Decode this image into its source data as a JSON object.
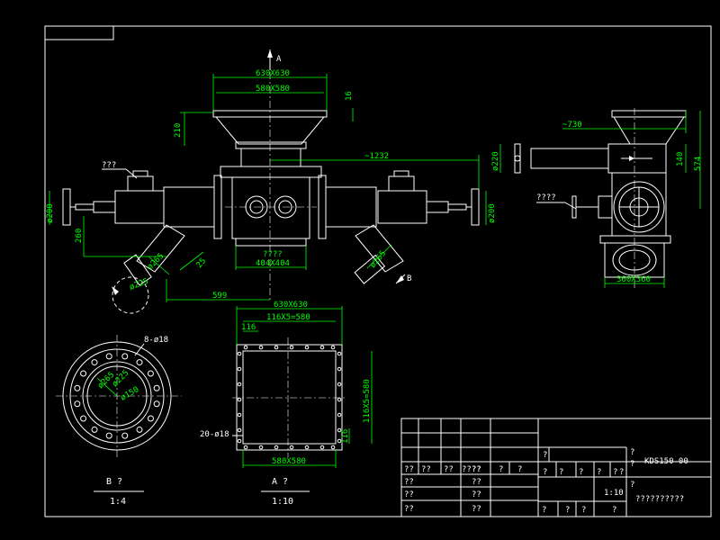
{
  "colors": {
    "background": "#000000",
    "lines": "#ffffff",
    "dimensions": "#00ff00"
  },
  "view_marker": "A",
  "section_marker": "B",
  "front_view": {
    "dims": {
      "top_outer": "630X630",
      "top_inner": "580X580",
      "top_thk": "16",
      "hopper_h": "210",
      "span": "~1232",
      "outlet": "404X404",
      "shaft_h": "260",
      "pipe_d": "ø200",
      "pipe_d2": "ø200",
      "branch_d": "ø265",
      "branch_d2": "ø265",
      "branch_d3": "ø225",
      "angle": "25",
      "offset": "599",
      "note_q": "????"
    },
    "label_left": "???"
  },
  "side_view": {
    "dims": {
      "top": "~730",
      "pipe_d": "ø220",
      "h140": "140",
      "h574": "574",
      "base": "360X360"
    },
    "label": "????"
  },
  "section_b": {
    "holes": "8-ø18",
    "d1": "ø265",
    "d2": "ø225",
    "d3": "ø150",
    "title": "B ?",
    "scale": "1:4"
  },
  "view_a": {
    "top_outer": "630X630",
    "top_pitch": "116X5=580",
    "top_sub": "116",
    "side_pitch": "116X5=580",
    "side_sub": "116",
    "bottom": "580X580",
    "holes": "20-ø18",
    "title": "A ?",
    "scale": "1:10"
  },
  "title_block": {
    "drawing_no": "KDS150-00",
    "qmark": "?",
    "scale": "1:10",
    "name": "??????????",
    "row_a": [
      "??",
      "??",
      "??",
      "????",
      "?",
      "?"
    ],
    "row_b": [
      "?",
      "?",
      "?",
      "?",
      "?",
      "?"
    ],
    "left_col": [
      "??",
      "??",
      "??"
    ],
    "mid_col": [
      "??",
      "??",
      "??",
      "??"
    ],
    "bottom_row": [
      "?",
      "?",
      "?",
      "?"
    ]
  }
}
